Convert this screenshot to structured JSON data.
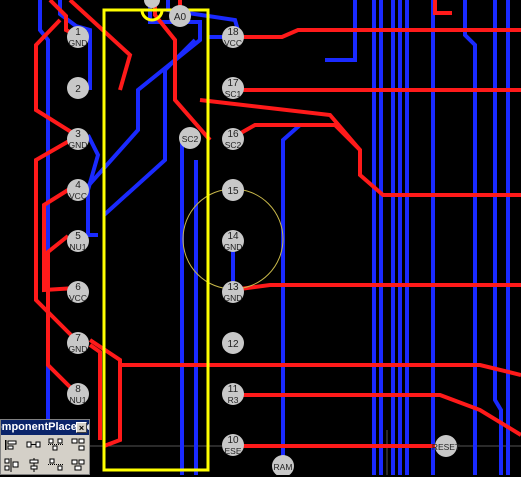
{
  "pins_left": [
    {
      "num": "1",
      "label": "GND"
    },
    {
      "num": "2",
      "label": ""
    },
    {
      "num": "3",
      "label": "GND"
    },
    {
      "num": "4",
      "label": "VCC"
    },
    {
      "num": "5",
      "label": "NU1"
    },
    {
      "num": "6",
      "label": "VCC"
    },
    {
      "num": "7",
      "label": "GND"
    },
    {
      "num": "8",
      "label": "NU1"
    }
  ],
  "pins_right": [
    {
      "num": "18",
      "label": "VCC"
    },
    {
      "num": "17",
      "label": "SC1"
    },
    {
      "num": "16",
      "label": "SC2"
    },
    {
      "num": "15",
      "label": ""
    },
    {
      "num": "14",
      "label": "GND"
    },
    {
      "num": "13",
      "label": "GND"
    },
    {
      "num": "12",
      "label": ""
    },
    {
      "num": "11",
      "label": "R3"
    },
    {
      "num": "10",
      "label": "ESE"
    }
  ],
  "vias": {
    "a0": "A0",
    "sc2": "SC2",
    "reset": "RESET",
    "ram": "RAM"
  },
  "toolbar": {
    "title": "ComponentPlacement",
    "close": "×",
    "buttons": [
      "align-left-icon",
      "distribute-horizontal-icon",
      "align-top-spread-icon",
      "align-right-top-icon",
      "align-tops-icon",
      "align-center-vertical-icon",
      "space-vertical-icon",
      "align-bottom-icon"
    ]
  },
  "colors": {
    "background": "#000000",
    "track_top": "#ff1a1a",
    "track_bottom": "#1a2aff",
    "component_outline": "#ffff00",
    "pad": "#c8c8c8",
    "toolbar_title": "#0a246a"
  }
}
